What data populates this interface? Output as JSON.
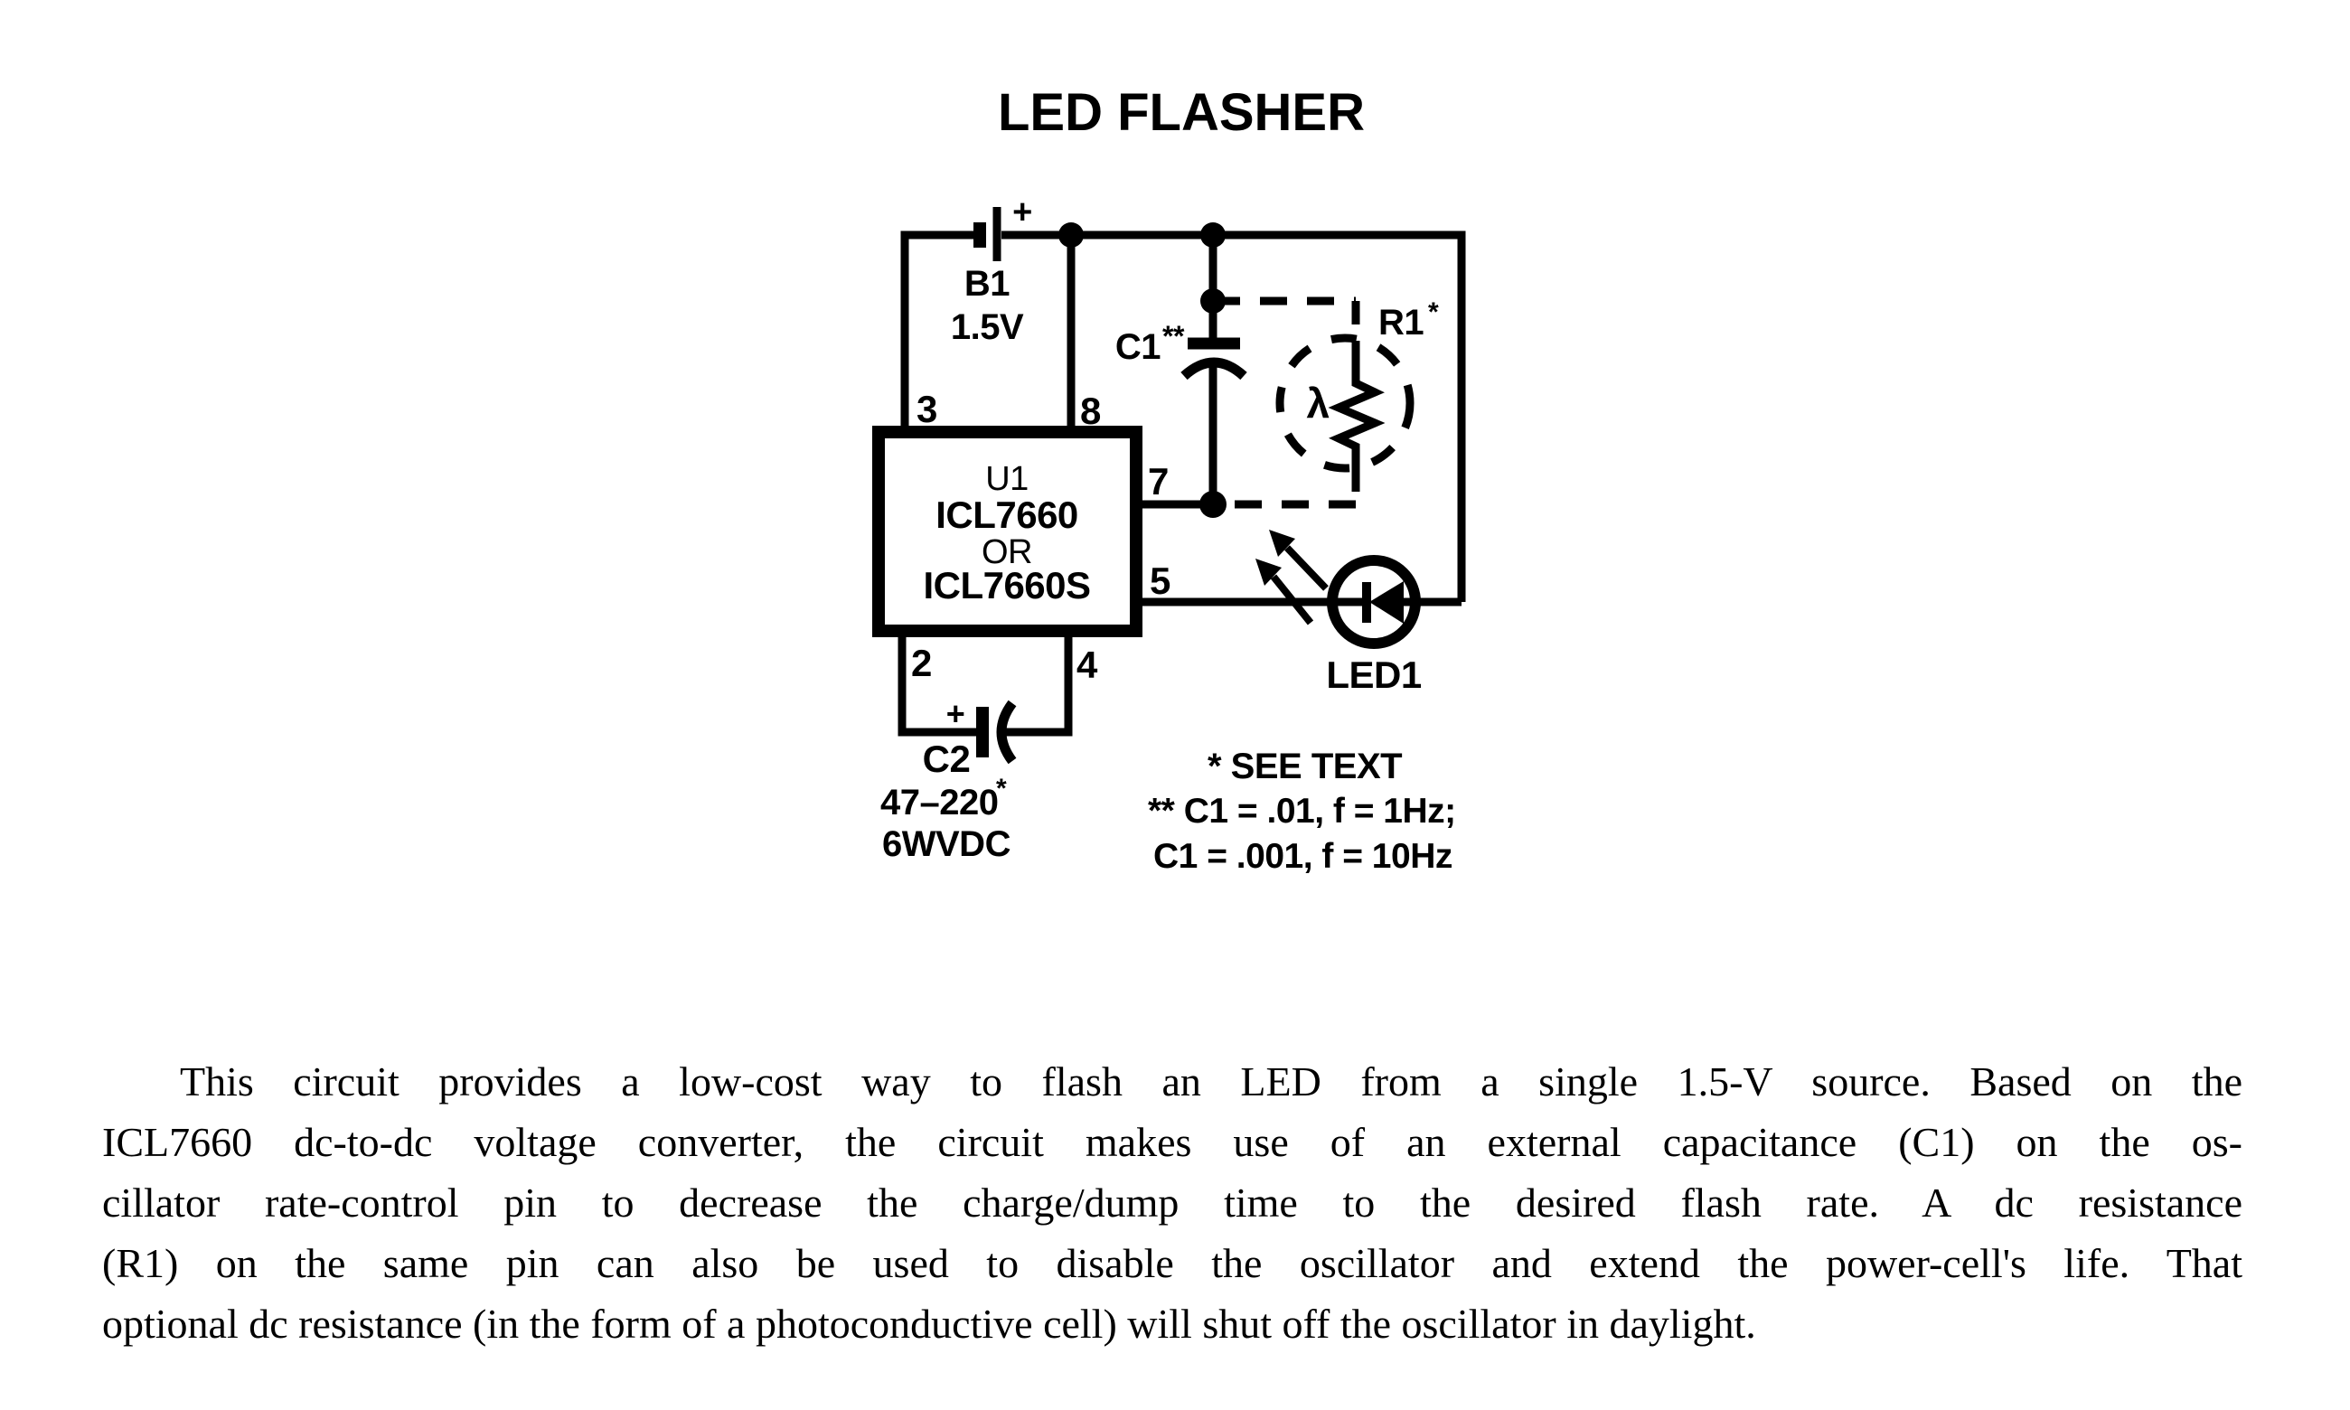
{
  "title": "LED FLASHER",
  "schematic": {
    "battery": {
      "plus": "+",
      "ref": "B1",
      "value": "1.5V"
    },
    "ic": {
      "ref": "U1",
      "part1": "ICL7660",
      "or": "OR",
      "part2": "ICL7660S",
      "pins": {
        "p3": "3",
        "p8": "8",
        "p7": "7",
        "p5": "5",
        "p2": "2",
        "p4": "4"
      }
    },
    "c1": {
      "label": "C1",
      "asterisks": "**"
    },
    "r1": {
      "label": "R1",
      "asterisk": "*",
      "lambda": "λ"
    },
    "led": {
      "label": "LED1"
    },
    "c2": {
      "plus": "+",
      "ref": "C2",
      "value": "47–220",
      "asterisk": "*",
      "rating": "6WVDC"
    },
    "notes": [
      "* SEE TEXT",
      "** C1 = .01, f = 1Hz;",
      "C1 = .001, f = 10Hz"
    ]
  },
  "paragraph": {
    "lines": [
      "This circuit provides a low-cost way to flash an LED from a single 1.5-V source. Based on the",
      "ICL7660 dc-to-dc voltage converter, the circuit makes use of an external capacitance (C1) on the os-",
      "cillator rate-control pin to decrease the charge/dump time to the desired flash rate. A dc resistance",
      "(R1) on the same pin can also be used to disable the oscillator and extend the power-cell's life. That",
      "optional dc resistance (in the form of a photoconductive cell) will shut off the oscillator in daylight."
    ]
  }
}
